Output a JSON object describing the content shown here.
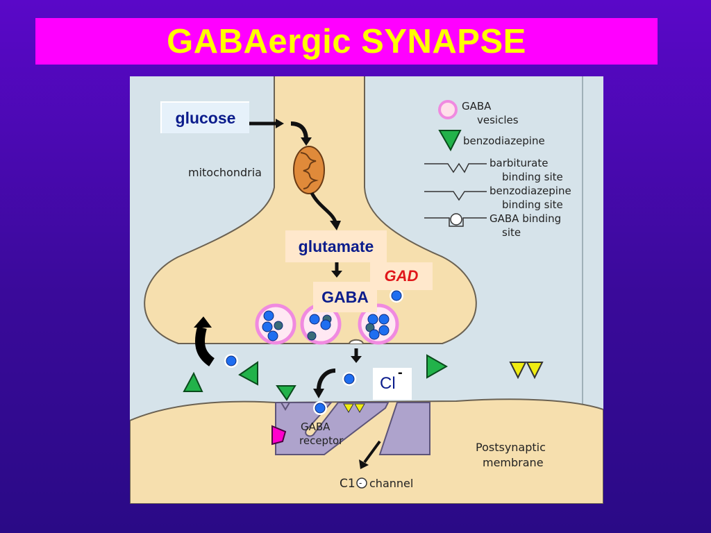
{
  "title": "GABAergic SYNAPSE",
  "labels": {
    "glucose": "glucose",
    "mitochondria": "mitochondria",
    "glutamate": "glutamate",
    "gad": "GAD",
    "gaba": "GABA",
    "cl": "Cl",
    "cl_charge": "-",
    "gaba_receptor_line1": "GABA",
    "gaba_receptor_line2": "receptor",
    "postsynaptic_line1": "Postsynaptic",
    "postsynaptic_line2": "membrane",
    "cl_channel_prefix": "C1",
    "cl_channel_charge": "-",
    "cl_channel_suffix": "channel"
  },
  "legend": {
    "gaba_vesicles_line1": "GABA",
    "gaba_vesicles_line2": "vesicles",
    "benzodiazepine": "benzodiazepine",
    "barbiturate_line1": "barbiturate",
    "barbiturate_line2": "binding site",
    "benzo_site_line1": "benzodiazepine",
    "benzo_site_line2": "binding site",
    "gaba_site_line1": "GABA  binding",
    "gaba_site_line2": "site"
  },
  "colors": {
    "title_bg": "#ff00ff",
    "title_text": "#ffff00",
    "background": "#4a0bb5",
    "neuron": "#f6dfae",
    "cleft": "#d6e3ea",
    "vesicle_ring": "#f08ae0",
    "gaba_molecule": "#1f6ef0",
    "benzodiazepine": "#22b24a",
    "barbiturate": "#f0ec12",
    "receptor": "#aea3cc"
  }
}
